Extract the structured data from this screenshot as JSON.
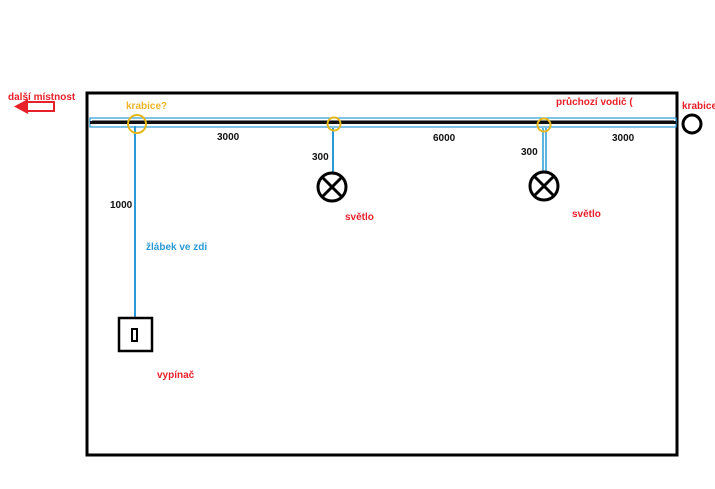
{
  "colors": {
    "frame": "#000000",
    "conduit": "#2a9ad6",
    "junction_box": "#e6b818",
    "label_red": "#e8202a",
    "label_yellow": "#f0b429",
    "label_blue": "#2a9ad6"
  },
  "labels": {
    "next_room": "další místnost",
    "box_question": "krabice?",
    "pass_through_wire": "průchozí vodič (",
    "box_right": "krabice",
    "groove": "žlábek ve zdi",
    "switch": "vypínač",
    "light_1": "světlo",
    "light_2": "světlo"
  },
  "dimensions": {
    "seg_1": "3000",
    "seg_2": "6000",
    "seg_3": "3000",
    "drop_1": "300",
    "drop_2": "300",
    "switch_drop": "1000"
  },
  "icons": [
    "arrow-left-icon",
    "junction-box-icon",
    "light-fixture-icon",
    "switch-icon"
  ]
}
